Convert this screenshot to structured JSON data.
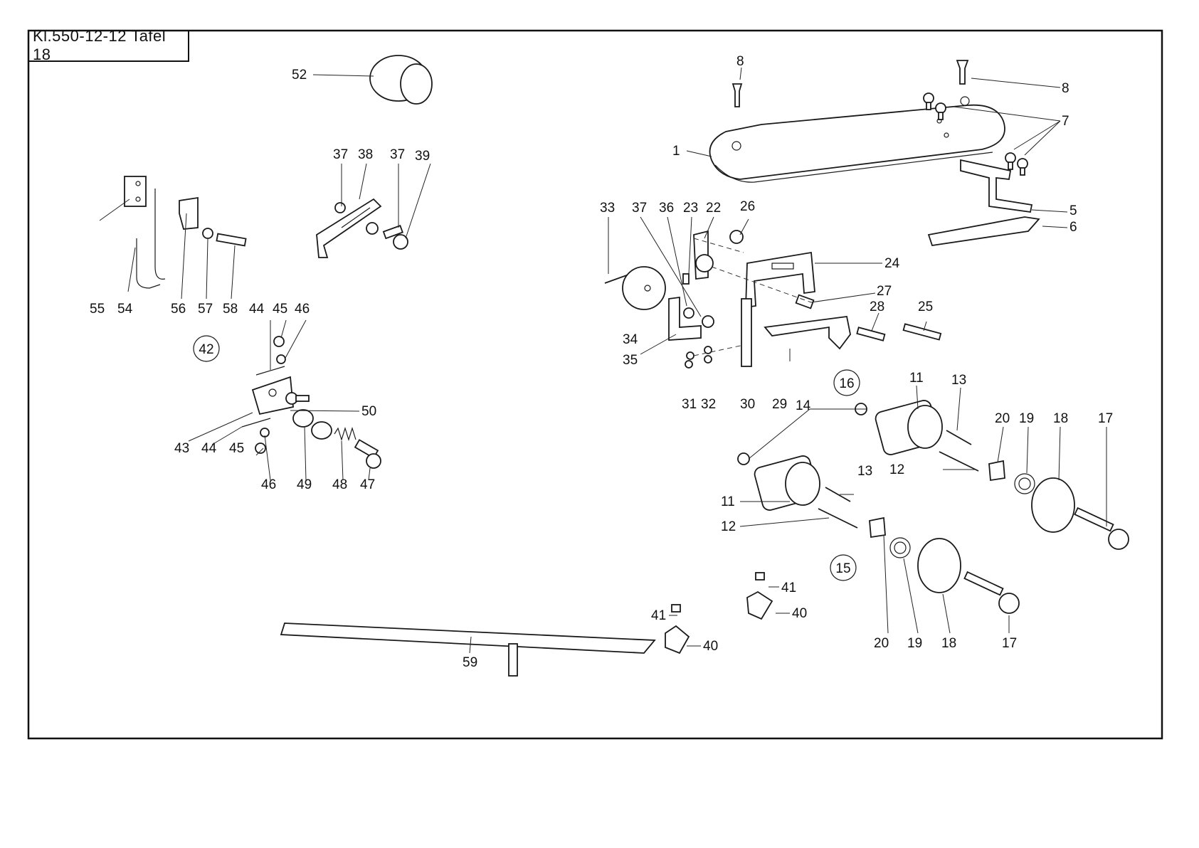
{
  "header": {
    "title": "Kl.550-12-12 Tafel 18"
  },
  "group_markers": [
    "42",
    "16",
    "15"
  ],
  "part_labels": {
    "p1": "1",
    "p5": "5",
    "p6": "6",
    "p7": "7",
    "p8a": "8",
    "p8b": "8",
    "p11a": "11",
    "p11b": "11",
    "p12a": "12",
    "p12b": "12",
    "p13a": "13",
    "p13b": "13",
    "p14": "14",
    "p17a": "17",
    "p17b": "17",
    "p18a": "18",
    "p18b": "18",
    "p19a": "19",
    "p19b": "19",
    "p20a": "20",
    "p20b": "20",
    "p22": "22",
    "p23": "23",
    "p24": "24",
    "p25": "25",
    "p26": "26",
    "p27": "27",
    "p28": "28",
    "p29": "29",
    "p30": "30",
    "p31": "31",
    "p32": "32",
    "p33": "33",
    "p34": "34",
    "p35": "35",
    "p36": "36",
    "p37a": "37",
    "p37b": "37",
    "p37c": "37",
    "p38": "38",
    "p39": "39",
    "p40a": "40",
    "p40b": "40",
    "p41a": "41",
    "p41b": "41",
    "p43": "43",
    "p44a": "44",
    "p44b": "44",
    "p45a": "45",
    "p45b": "45",
    "p46a": "46",
    "p46b": "46",
    "p47": "47",
    "p48": "48",
    "p49": "49",
    "p50": "50",
    "p52": "52",
    "p54": "54",
    "p55": "55",
    "p56": "56",
    "p57": "57",
    "p58": "58",
    "p59": "59"
  }
}
